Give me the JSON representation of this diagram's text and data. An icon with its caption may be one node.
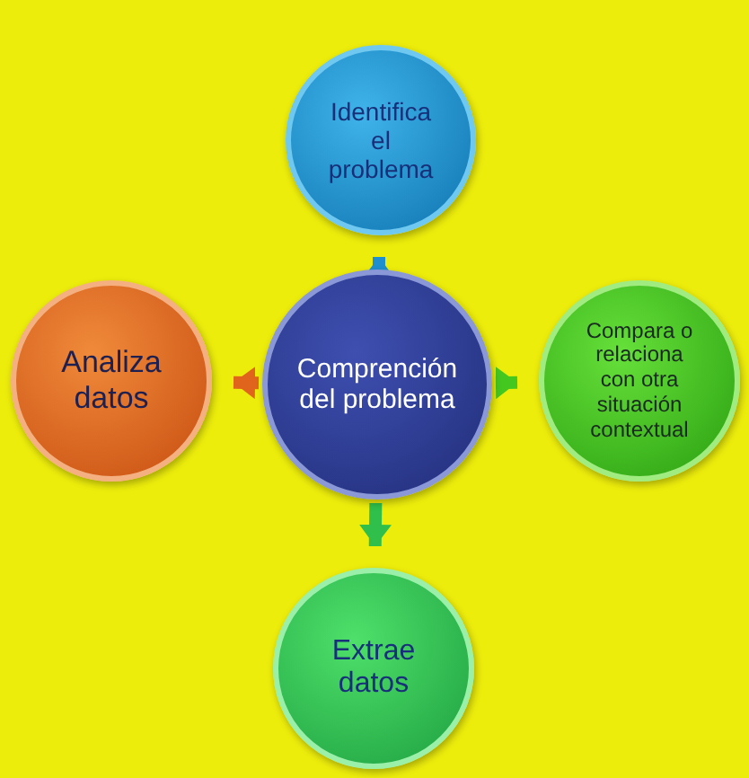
{
  "diagram": {
    "nodes": [
      {
        "text": [
          "Identifica el problema"
        ]
      },
      {
        "text": [
          "Analiza datos"
        ]
      },
      {
        "text": [
          "Comprención del problema"
        ]
      },
      {
        "text": [
          "Compara o relaciona con otra situación contextual"
        ]
      },
      {
        "text": [
          "Extrae datos"
        ]
      }
    ],
    "edges": [
      {
        "from": 2,
        "to": 0,
        "arrow": "to",
        "color": "#1f8fd0"
      },
      {
        "from": 2,
        "to": 3,
        "arrow": "to",
        "color": "#44c820"
      },
      {
        "from": 2,
        "to": 4,
        "arrow": "to",
        "color": "#2fbf4a"
      },
      {
        "from": 2,
        "to": 1,
        "arrow": "to",
        "color": "#e0641c"
      }
    ]
  }
}
